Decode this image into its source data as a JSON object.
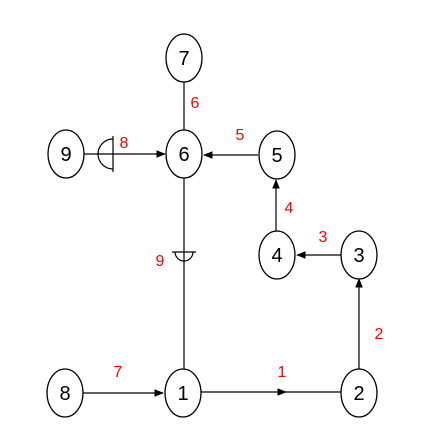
{
  "label_color": "#ff0000",
  "nodes": [
    {
      "label": "7"
    },
    {
      "label": "9"
    },
    {
      "label": "6"
    },
    {
      "label": "5"
    },
    {
      "label": "4"
    },
    {
      "label": "3"
    },
    {
      "label": "8"
    },
    {
      "label": "1"
    },
    {
      "label": "2"
    }
  ],
  "edges": [
    {
      "label": "1"
    },
    {
      "label": "2"
    },
    {
      "label": "3"
    },
    {
      "label": "4"
    },
    {
      "label": "5"
    },
    {
      "label": "6"
    },
    {
      "label": "7"
    },
    {
      "label": "8"
    },
    {
      "label": "9"
    }
  ]
}
